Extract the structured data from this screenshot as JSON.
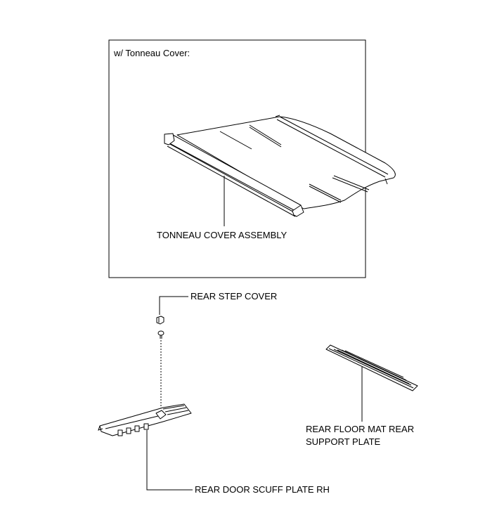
{
  "inset": {
    "heading": "w/ Tonneau Cover:"
  },
  "labels": {
    "tonneau_cover_assembly": "TONNEAU COVER ASSEMBLY",
    "rear_step_cover": "REAR STEP COVER",
    "rear_floor_mat_support_line1": "REAR FLOOR MAT REAR",
    "rear_floor_mat_support_line2": "SUPPORT PLATE",
    "rear_door_scuff_plate_rh": "REAR DOOR SCUFF PLATE RH"
  },
  "colors": {
    "line": "#000000",
    "background": "#ffffff"
  }
}
